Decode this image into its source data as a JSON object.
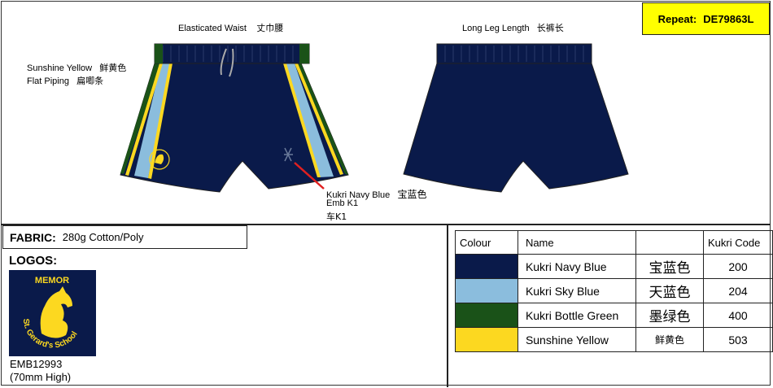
{
  "repeat": {
    "label": "Repeat:",
    "code": "DE79863L"
  },
  "front_labels": {
    "waist": {
      "en": "Elasticated Waist",
      "cn": "丈巾腰"
    },
    "piping_colour": {
      "en": "Sunshine Yellow",
      "cn": "鲜黄色"
    },
    "piping": {
      "en": "Flat Piping",
      "cn": "扁唧条"
    },
    "emb_colour": {
      "en": "Kukri Navy Blue",
      "cn": "宝蓝色"
    },
    "emb_line1": "Emb K1",
    "emb_line2": "车K1"
  },
  "back_labels": {
    "leg": {
      "en": "Long Leg Length",
      "cn": "长裤长"
    }
  },
  "fabric": {
    "label": "FABRIC:",
    "value": "280g Cotton/Poly"
  },
  "logos": {
    "label": "LOGOS:",
    "logo_top_text": "MEMOR",
    "logo_ring_text": "St. Gerard's School",
    "code": "EMB12993",
    "size": "(70mm High)"
  },
  "colour_table": {
    "headers": {
      "colour": "Colour",
      "name": "Name",
      "cn": "",
      "code": "Kukri Code"
    },
    "rows": [
      {
        "swatch": "#0a1a4a",
        "name": "Kukri Navy Blue",
        "cn": "宝蓝色",
        "code": "200"
      },
      {
        "swatch": "#8bbddd",
        "name": "Kukri Sky Blue",
        "cn": "天蓝色",
        "code": "204"
      },
      {
        "swatch": "#1a5218",
        "name": "Kukri Bottle Green",
        "cn": "墨绿色",
        "code": "400"
      },
      {
        "swatch": "#fcd820",
        "name": "Sunshine Yellow",
        "cn": "鲜黄色",
        "code": "503"
      }
    ]
  },
  "colors": {
    "navy": "#0a1a4a",
    "sky": "#8bbddd",
    "green": "#1a5218",
    "yellow": "#fcd820",
    "red": "#e02020"
  }
}
